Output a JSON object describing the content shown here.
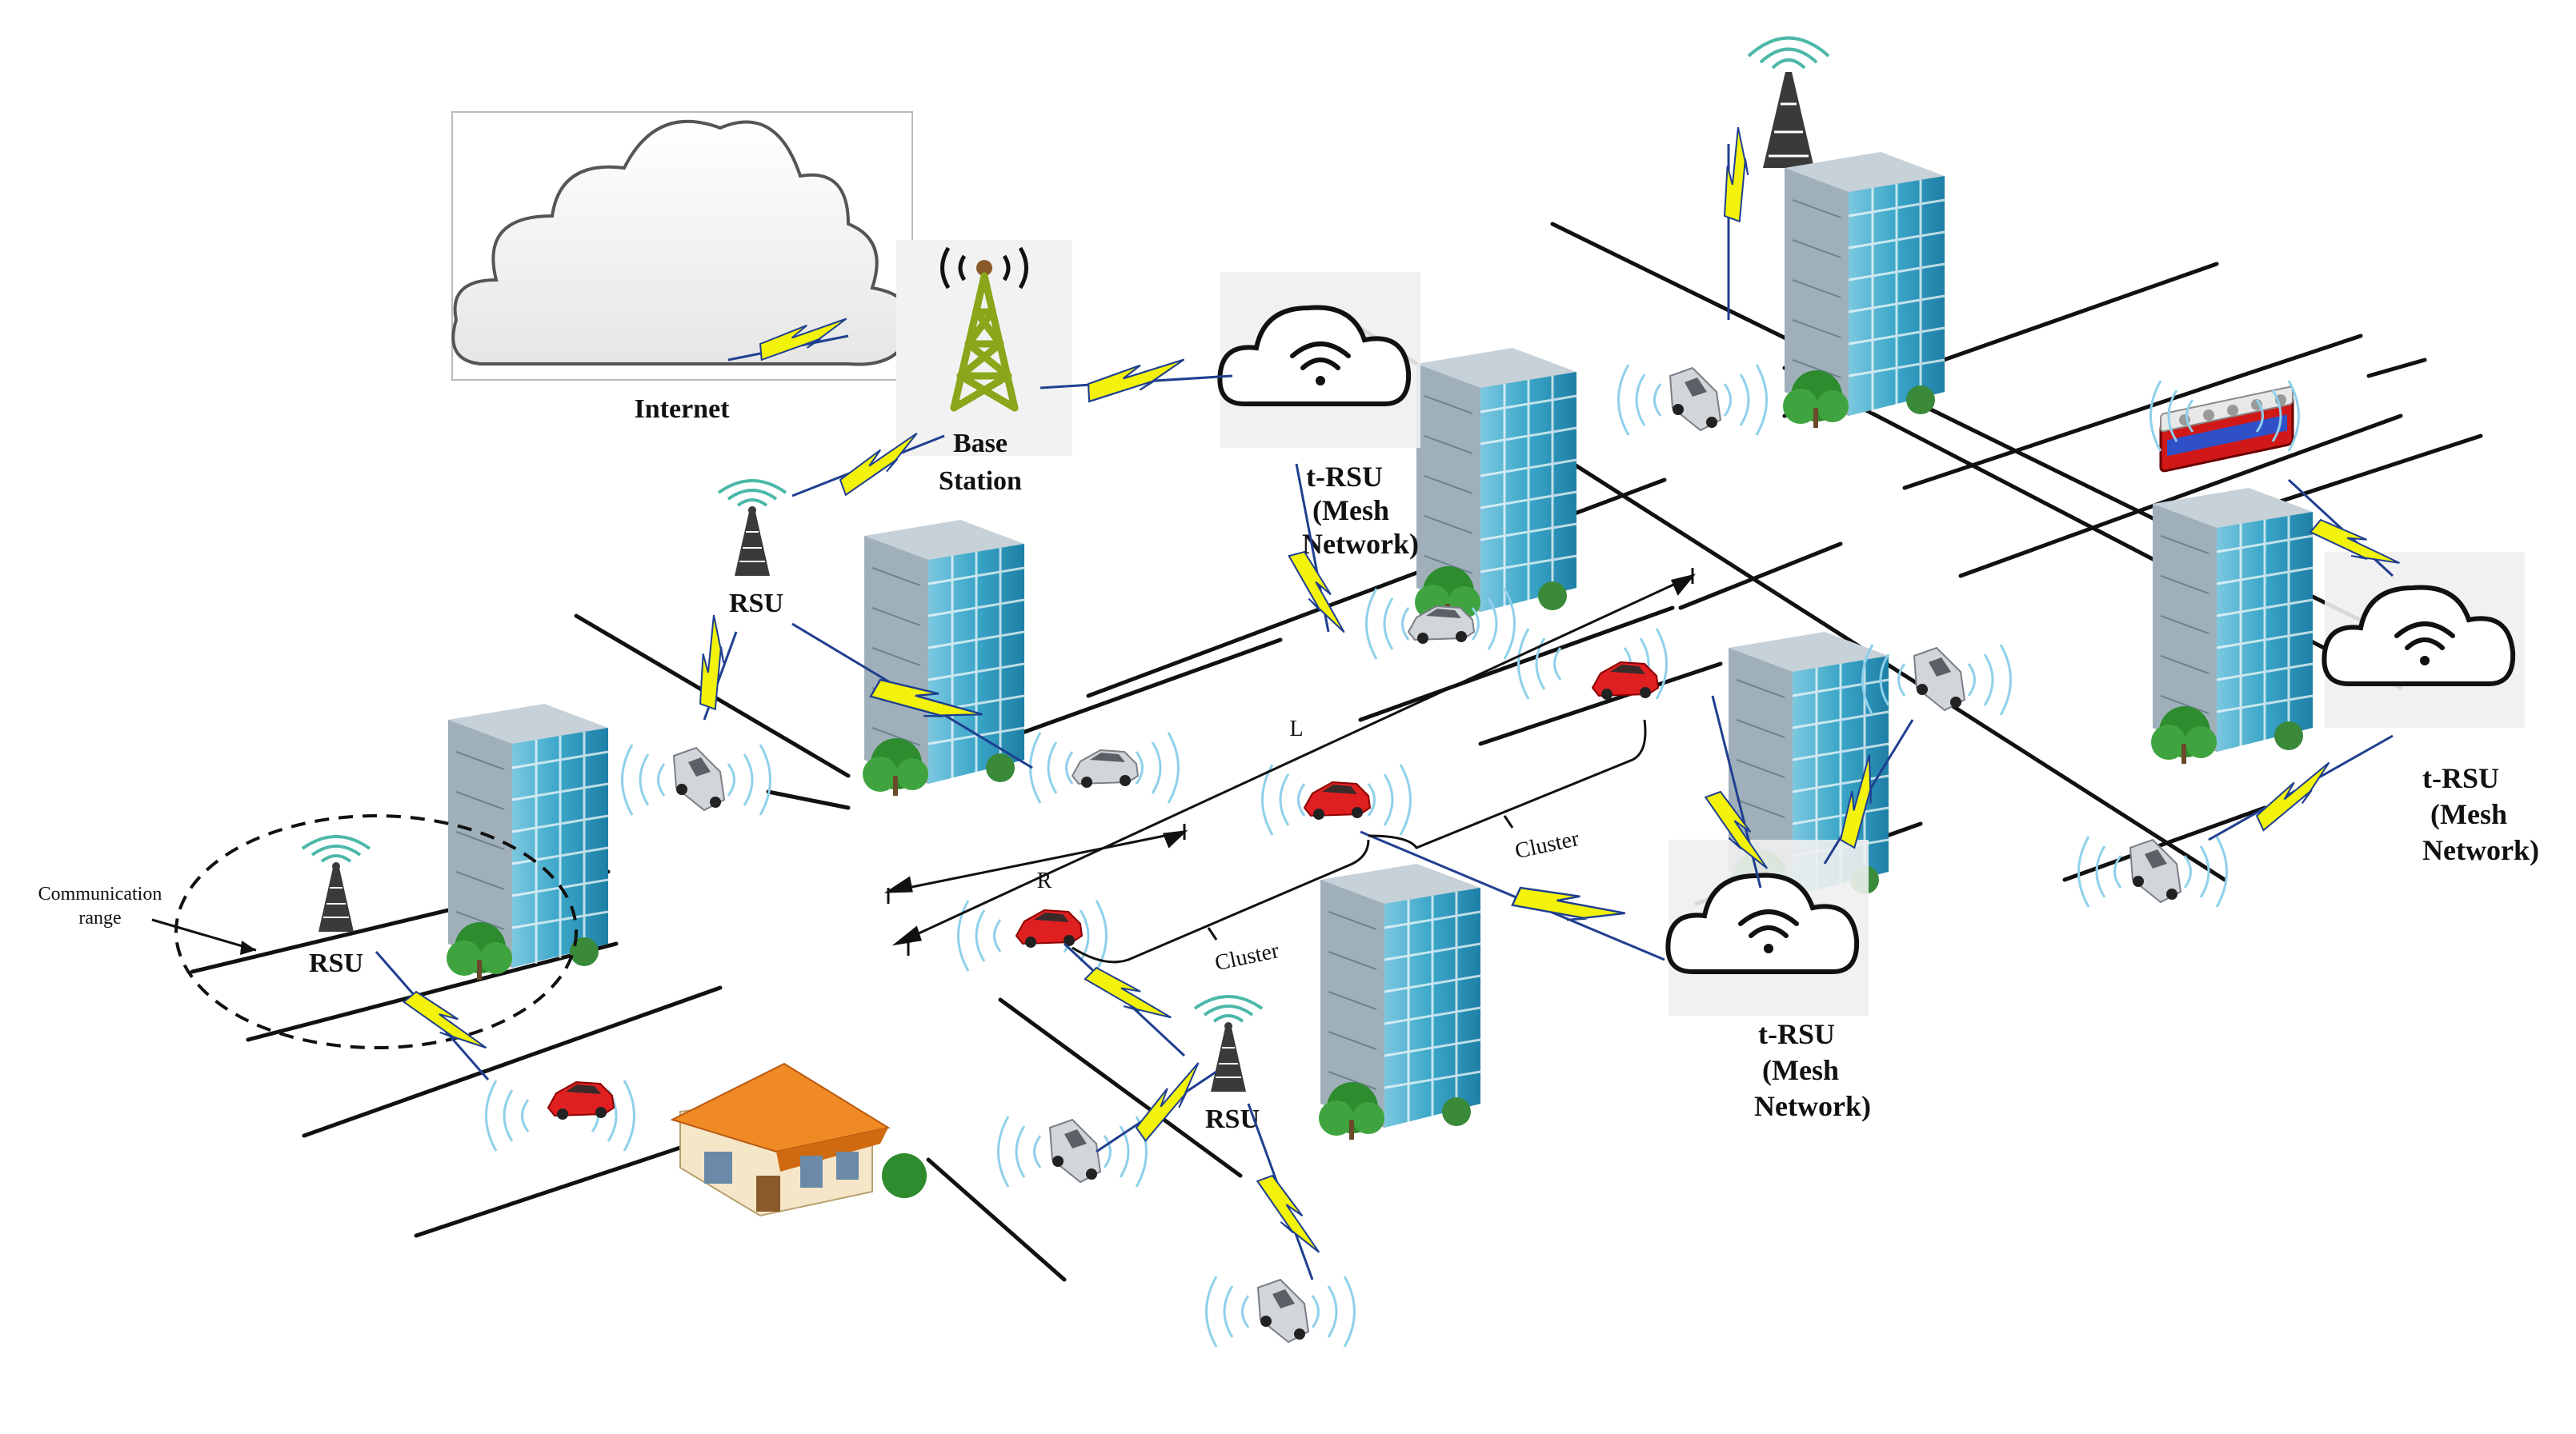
{
  "labels": {
    "internet": "Internet",
    "base_station": [
      "Base",
      "Station"
    ],
    "rsu": "RSU",
    "trsu": [
      "t-RSU",
      "(Mesh",
      "Network)"
    ],
    "communication_range": [
      "Communication",
      "range"
    ],
    "cluster": "Cluster",
    "length_L": "L",
    "radius_R": "R"
  },
  "colors": {
    "road": "#111111",
    "building_glass": "#3aa6c8",
    "building_frame": "#b8c4cc",
    "wireless_link": "#f2f20a",
    "link_outline": "#1f3f8f",
    "car_red": "#e02020",
    "car_silver": "#c8ccd0",
    "signal_wave": "#8fd0ec",
    "tower_green": "#8aa61a",
    "house_roof": "#f08a24",
    "bus_body": "#d01818",
    "bus_window": "#3050c8"
  },
  "icons": {
    "cloud": "internet-cloud-icon",
    "tower": "base-station-tower-icon",
    "rsu": "rsu-antenna-icon",
    "trsu": "wifi-cloud-icon",
    "car": "car-icon",
    "bus": "bus-icon",
    "building": "building-icon",
    "house": "house-icon"
  }
}
